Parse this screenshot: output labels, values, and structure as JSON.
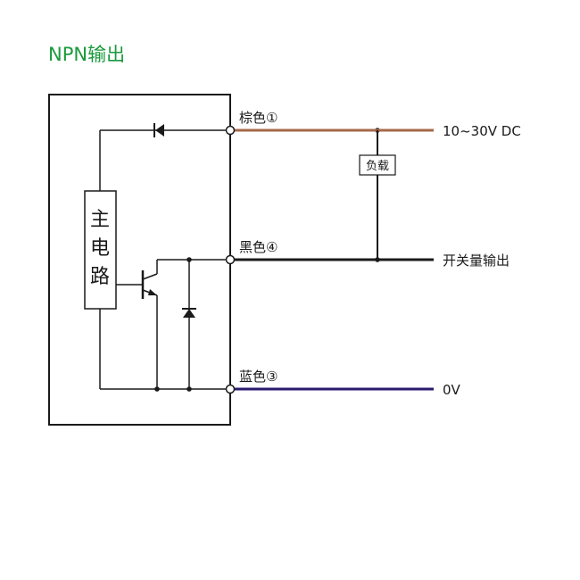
{
  "title": "NPN输出",
  "colors": {
    "title": "#1a9a3c",
    "brown_wire": "#a5684a",
    "blue_wire": "#2a1a6e",
    "line": "#1a1a1a"
  },
  "wires": [
    {
      "id": "brown",
      "label": "棕色①",
      "terminal": "10~30V DC",
      "color": "#a5684a"
    },
    {
      "id": "black",
      "label": "黑色④",
      "terminal": "开关量输出",
      "color": "#1a1a1a"
    },
    {
      "id": "blue",
      "label": "蓝色③",
      "terminal": "0V",
      "color": "#2a1a6e"
    }
  ],
  "main_circuit": {
    "chars": [
      "主",
      "电",
      "路"
    ]
  },
  "load": {
    "label": "负载"
  }
}
